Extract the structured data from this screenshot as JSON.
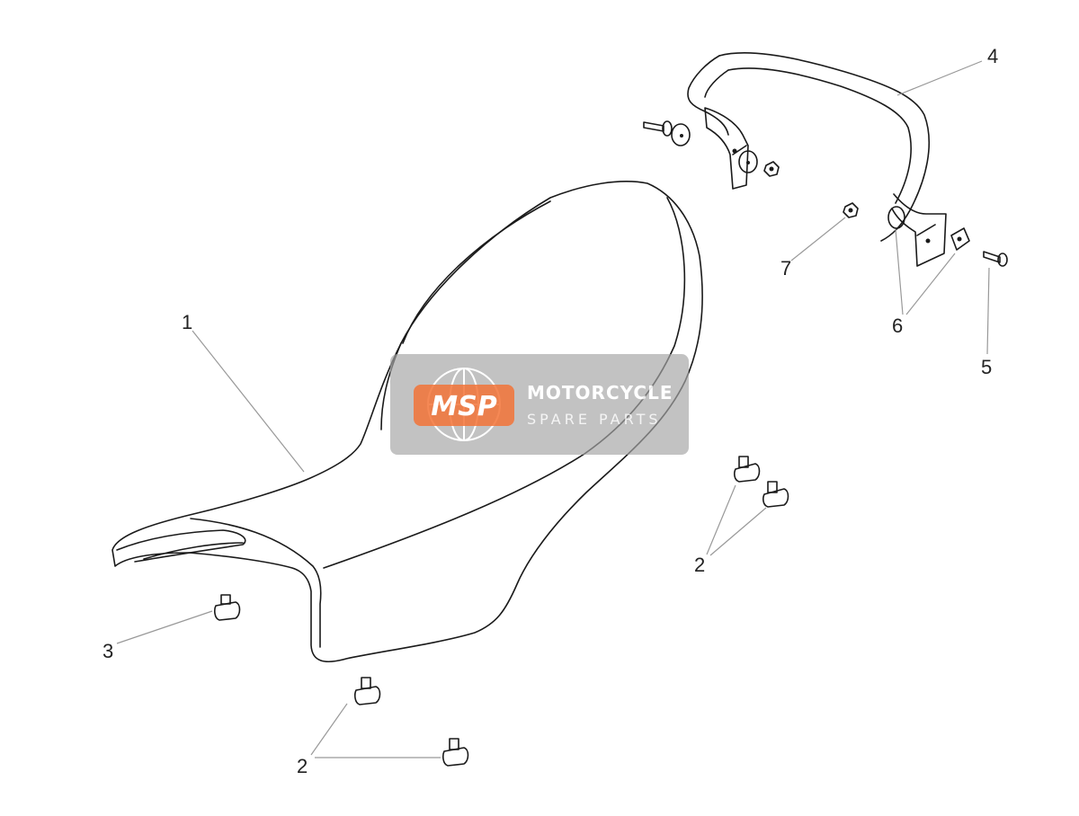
{
  "diagram": {
    "callouts": [
      {
        "id": "1",
        "label": "1"
      },
      {
        "id": "2a",
        "label": "2"
      },
      {
        "id": "2b",
        "label": "2"
      },
      {
        "id": "3",
        "label": "3"
      },
      {
        "id": "4",
        "label": "4"
      },
      {
        "id": "5",
        "label": "5"
      },
      {
        "id": "6",
        "label": "6"
      },
      {
        "id": "7",
        "label": "7"
      }
    ]
  },
  "watermark": {
    "logo_text": "MSP",
    "title": "MOTORCYCLE",
    "subtitle": "SPARE PARTS",
    "logo_color": "#f26522",
    "panel_color": "#9a9a9a"
  }
}
